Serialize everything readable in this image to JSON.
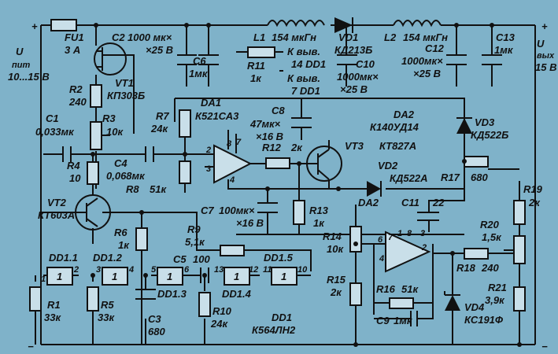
{
  "colors": {
    "background": "#7fb2c9",
    "ink": "#111111"
  },
  "left_rail": {
    "symbol": "U",
    "sub": "пит",
    "range": "10...15 В",
    "plus": "+",
    "minus": "−"
  },
  "right_rail": {
    "symbol": "U",
    "sub": "вых",
    "value": "15 В",
    "plus": "+",
    "minus": "−"
  },
  "components": {
    "FU1": {
      "ref": "FU1",
      "value": "3 А"
    },
    "C2": {
      "ref": "C2",
      "value": "1000 мк×",
      "value2": "×25 В"
    },
    "L1": {
      "ref": "L1",
      "value": "154 мкГн"
    },
    "VD1": {
      "ref": "VD1",
      "value": "КД213Б"
    },
    "L2": {
      "ref": "L2",
      "value": "154 мкГн"
    },
    "C13": {
      "ref": "C13",
      "value": "1мк"
    },
    "C6": {
      "ref": "C6",
      "value": "1мк"
    },
    "R11": {
      "ref": "R11",
      "value": "1к"
    },
    "C10": {
      "ref": "C10",
      "value": "1000мк×",
      "value2": "×25 В"
    },
    "C12": {
      "ref": "C12",
      "value": "1000мк×",
      "value2": "×25 В"
    },
    "VT1": {
      "ref": "VT1",
      "value": "КП303Б"
    },
    "R2": {
      "ref": "R2",
      "value": "240"
    },
    "DA1": {
      "ref": "DA1",
      "value": "К521СА3"
    },
    "C8": {
      "ref": "C8",
      "value": "47мк×",
      "value2": "×16 В"
    },
    "DA2": {
      "ref": "DA2",
      "value": "К140УД14"
    },
    "C1": {
      "ref": "C1",
      "value": "0,033мк"
    },
    "R3": {
      "ref": "R3",
      "value": "10к"
    },
    "R7": {
      "ref": "R7",
      "value": "24к"
    },
    "VD3": {
      "ref": "VD3",
      "value": "КД522Б"
    },
    "R12": {
      "ref": "R12",
      "value": "2к"
    },
    "VT3": {
      "ref": "VT3",
      "value": "КТ827А"
    },
    "C4": {
      "ref": "C4",
      "value": "0,068мк"
    },
    "R4": {
      "ref": "R4",
      "value": "10"
    },
    "R8": {
      "ref": "R8",
      "value": "51к"
    },
    "R17": {
      "ref": "R17",
      "value": "680"
    },
    "VD2": {
      "ref": "VD2",
      "value": "КД522А"
    },
    "R19": {
      "ref": "R19",
      "value": "2к"
    },
    "VT2": {
      "ref": "VT2",
      "value": "КТ603А"
    },
    "C7": {
      "ref": "C7",
      "value": "100мк×",
      "value2": "×16 В"
    },
    "R13": {
      "ref": "R13",
      "value": "1к"
    },
    "C11": {
      "ref": "C11",
      "value": "22"
    },
    "R14": {
      "ref": "R14",
      "value": "10к"
    },
    "R20": {
      "ref": "R20",
      "value": "1,5к"
    },
    "R6": {
      "ref": "R6",
      "value": "1к"
    },
    "R9": {
      "ref": "R9",
      "value": "5,1к"
    },
    "C5": {
      "ref": "C5",
      "value": "100"
    },
    "R15": {
      "ref": "R15",
      "value": "2к"
    },
    "R16": {
      "ref": "R16",
      "value": "51к"
    },
    "R18": {
      "ref": "R18",
      "value": "240"
    },
    "R21": {
      "ref": "R21",
      "value": "3,9к"
    },
    "VD4": {
      "ref": "VD4",
      "value": "КС191Ф"
    },
    "R1": {
      "ref": "R1",
      "value": "33к"
    },
    "R5": {
      "ref": "R5",
      "value": "33к"
    },
    "C3": {
      "ref": "C3",
      "value": "680"
    },
    "R10": {
      "ref": "R10",
      "value": "24к"
    },
    "C9": {
      "ref": "C9",
      "value": "1мк"
    },
    "DD1": {
      "ref": "DD1",
      "value": "К564ЛН2"
    }
  },
  "inverters": {
    "DD1_1": "DD1.1",
    "DD1_2": "DD1.2",
    "DD1_3": "DD1.3",
    "DD1_4": "DD1.4",
    "DD1_5": "DD1.5",
    "gate_symbol": "1"
  },
  "notes": {
    "to_pin14": "К выв.",
    "to_pin14_b": "14 DD1",
    "to_pin7": "К выв.",
    "to_pin7_b": "7 DD1",
    "da2_ref": "DA2"
  },
  "pins": {
    "da1_2": "2",
    "da1_3": "3",
    "da1_4": "4",
    "da1_7": "7",
    "da1_8": "8",
    "da2_2": "2",
    "da2_3": "3",
    "da2_4": "4",
    "da2_6": "6",
    "da2_7": "7",
    "da2_1": "1",
    "da2_8": "8",
    "p1": "1",
    "p2": "2",
    "p3": "3",
    "p4": "4",
    "p5": "5",
    "p6": "6",
    "p13": "13",
    "p12": "12",
    "p11": "11",
    "p10": "10"
  }
}
